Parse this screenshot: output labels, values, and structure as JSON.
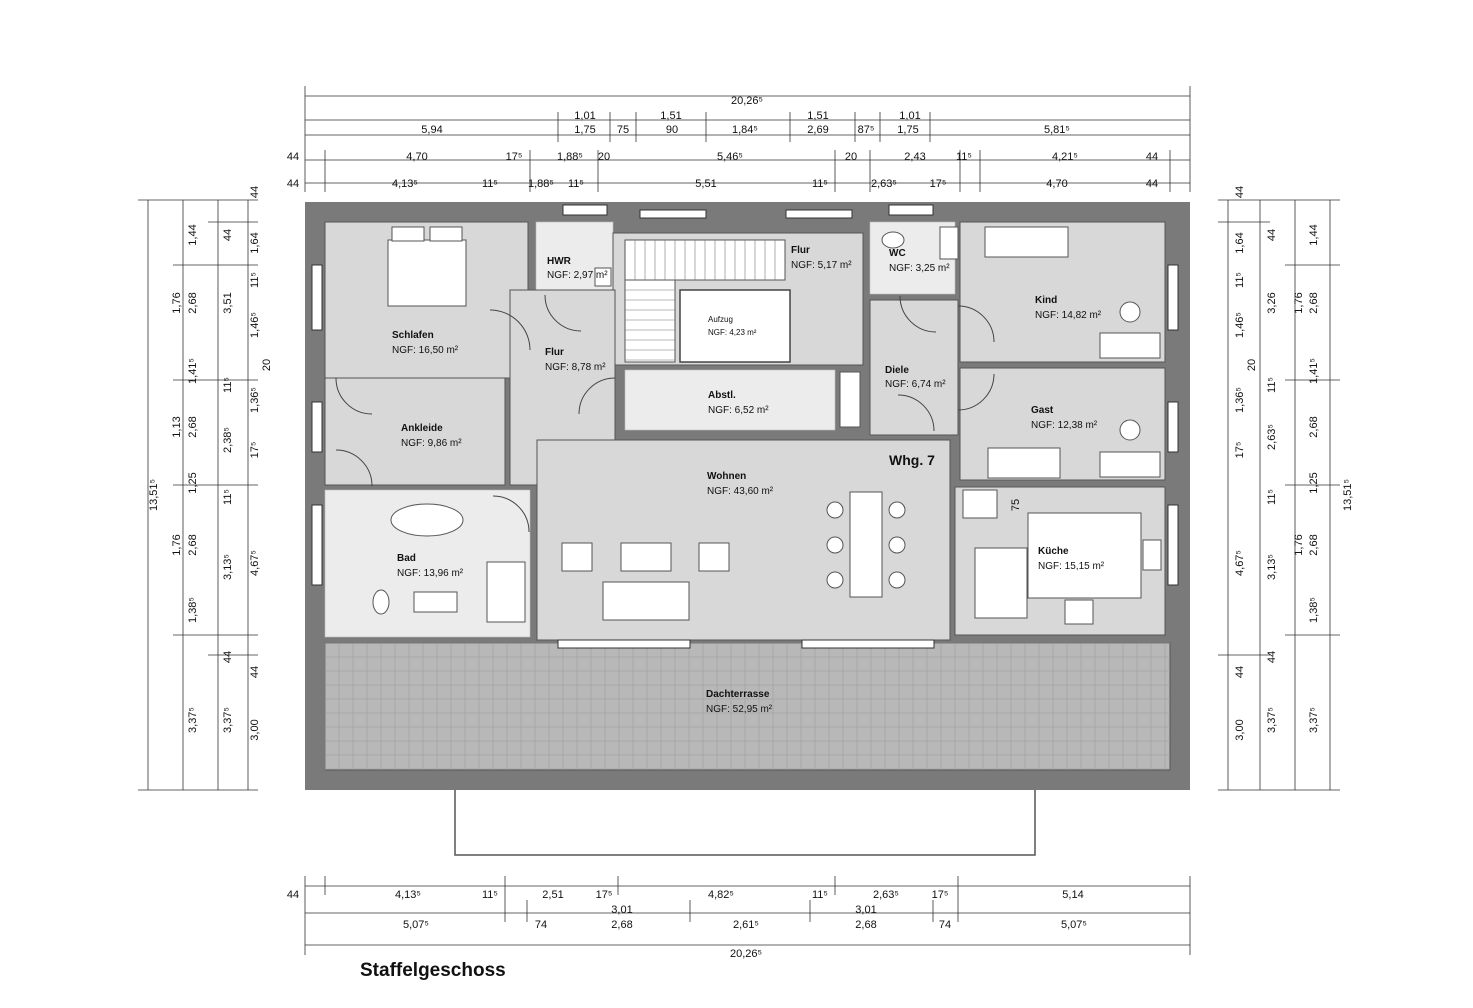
{
  "title": "Staffelgeschoss",
  "unit": "Whg. 7",
  "rooms": [
    {
      "name": "Schlafen",
      "area": "NGF: 16,50 m²"
    },
    {
      "name": "HWR",
      "area": "NGF: 2,97 m²"
    },
    {
      "name": "Flur",
      "area": "NGF: 5,17 m²"
    },
    {
      "name": "WC",
      "area": "NGF: 3,25 m²"
    },
    {
      "name": "Kind",
      "area": "NGF: 14,82 m²"
    },
    {
      "name": "Aufzug",
      "area": "NGF: 4,23 m²"
    },
    {
      "name": "Flur",
      "area": "NGF: 8,78 m²"
    },
    {
      "name": "Diele",
      "area": "NGF: 6,74 m²"
    },
    {
      "name": "Abstl.",
      "area": "NGF: 6,52 m²"
    },
    {
      "name": "Ankleide",
      "area": "NGF: 9,86 m²"
    },
    {
      "name": "Gast",
      "area": "NGF: 12,38 m²"
    },
    {
      "name": "Wohnen",
      "area": "NGF: 43,60 m²"
    },
    {
      "name": "Bad",
      "area": "NGF: 13,96 m²"
    },
    {
      "name": "Küche",
      "area": "NGF: 15,15 m²"
    },
    {
      "name": "Dachterrasse",
      "area": "NGF: 52,95 m²"
    }
  ],
  "dimensions": {
    "top_total": "20,26⁵",
    "top_row1": [
      "1,01",
      "1,51",
      "1,51",
      "1,01"
    ],
    "top_row2": [
      "5,94",
      "1,75",
      "75",
      "90",
      "1,84⁵",
      "2,69",
      "87⁵",
      "1,75",
      "5,81⁵"
    ],
    "top_row3": [
      "44",
      "4,70",
      "17⁵",
      "1,88⁵",
      "20",
      "5,46⁵",
      "20",
      "2,43",
      "11⁵",
      "4,21⁵",
      "44"
    ],
    "top_row4": [
      "44",
      "4,13⁵",
      "11⁵",
      "1,88⁵",
      "11⁵",
      "5,51",
      "11⁵",
      "2,63⁵",
      "17⁵",
      "4,70",
      "44"
    ],
    "bottom_row1": [
      "44",
      "4,13⁵",
      "11⁵",
      "2,51",
      "17⁵",
      "4,82⁵",
      "11⁵",
      "2,63⁵",
      "17⁵",
      "5,14"
    ],
    "bottom_row2": [
      "3,01",
      "3,01"
    ],
    "bottom_row3": [
      "5,07⁵",
      "74",
      "2,68",
      "2,61⁵",
      "2,68",
      "74",
      "5,07⁵"
    ],
    "bottom_total": "20,26⁵",
    "left_total": "13,51⁵",
    "left_col1": [
      "1,76",
      "1,13",
      "1,76",
      "3,37⁵"
    ],
    "left_col2": [
      "1,44",
      "2,68",
      "1,41⁵",
      "2,68",
      "1,25",
      "2,68",
      "1,38⁵",
      "3,37⁵"
    ],
    "left_col3": [
      "44",
      "3,51",
      "11⁵",
      "2,38⁵",
      "11⁵",
      "3,13⁵",
      "44"
    ],
    "left_col4": [
      "44",
      "1,64",
      "11⁵",
      "1,46⁵",
      "20",
      "1,36⁵",
      "17⁵",
      "4,67⁵",
      "44",
      "3,00"
    ],
    "right_total": "13,51⁵",
    "right_col1": [
      "44",
      "1,64",
      "11⁵",
      "1,46⁵",
      "20",
      "1,36⁵",
      "17⁵",
      "4,67⁵",
      "44",
      "3,00"
    ],
    "right_col2": [
      "44",
      "3,26",
      "11⁵",
      "2,63⁵",
      "11⁵",
      "3,13⁵",
      "44",
      "3,37⁵"
    ],
    "right_col3": [
      "1,44",
      "2,68",
      "1,41⁵",
      "2,68",
      "1,25",
      "2,68",
      "1,38⁵",
      "3,37⁵"
    ],
    "right_col4": [
      "1,76",
      "1,76"
    ],
    "kitchen_note": "75"
  }
}
